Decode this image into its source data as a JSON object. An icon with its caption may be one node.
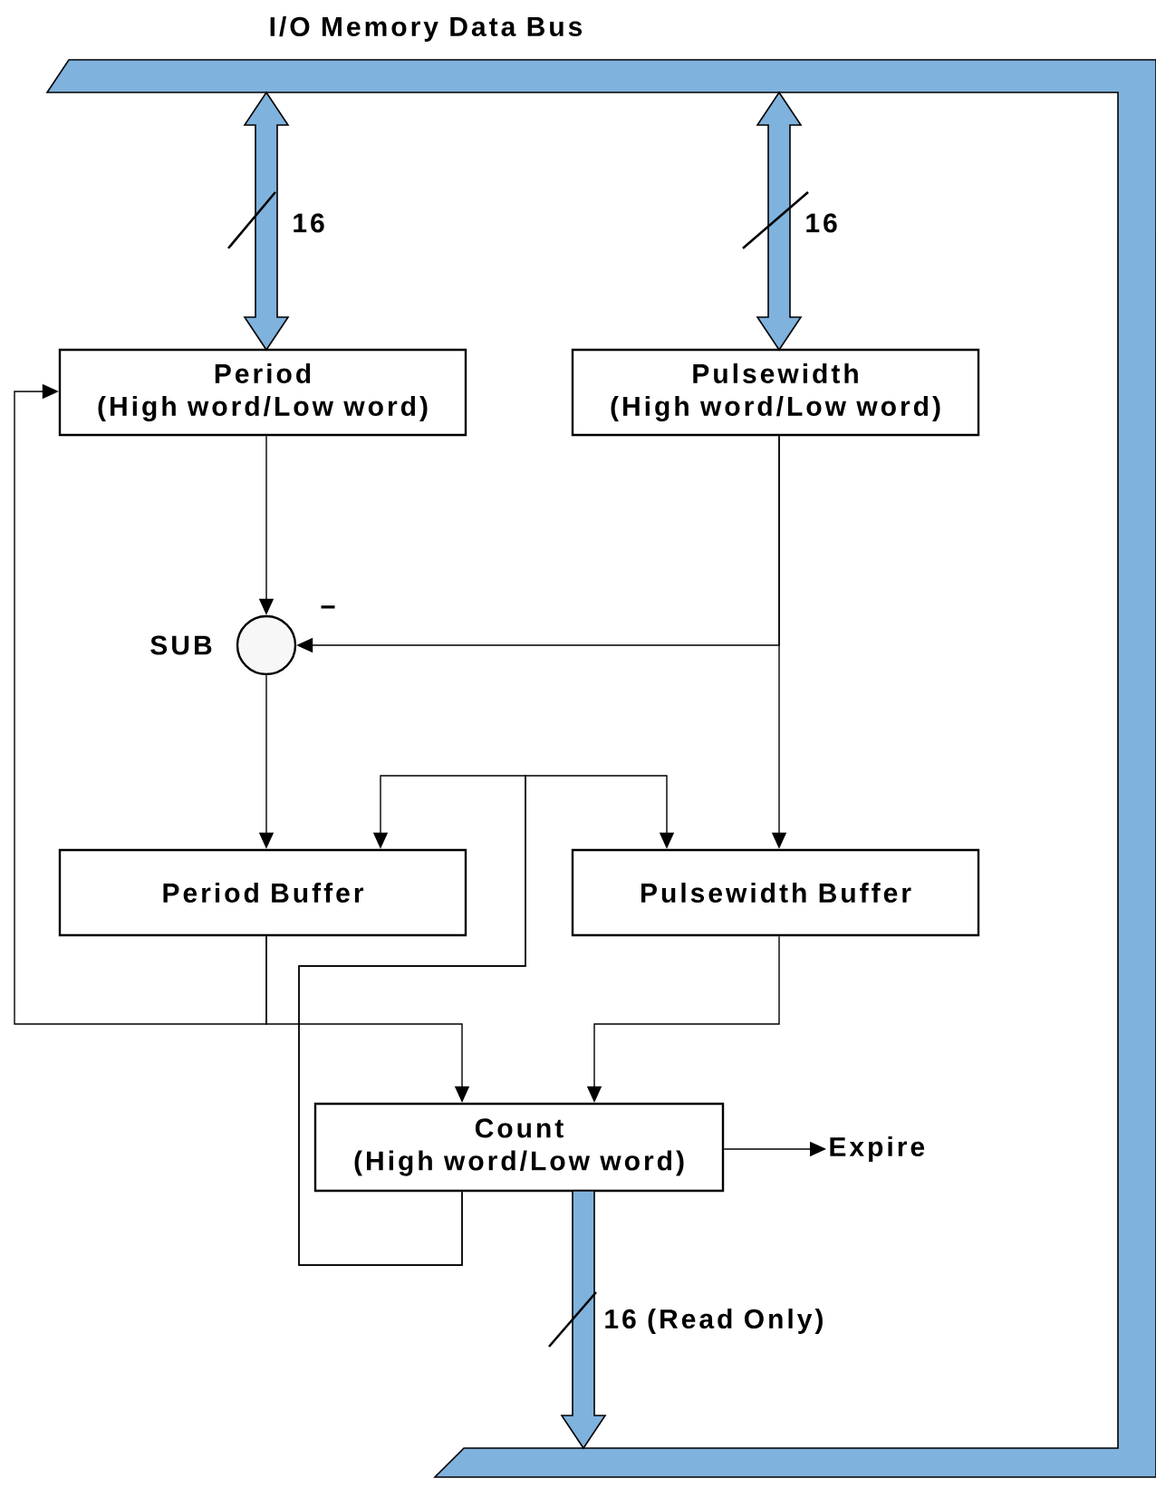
{
  "diagram": {
    "nodes": [
      {
        "text": [
          "I/O Memory Data Bus"
        ]
      },
      {
        "text": [
          "Period",
          "(High word/Low word)"
        ]
      },
      {
        "text": [
          "Pulsewidth",
          "(High word/Low word)"
        ]
      },
      {
        "text": [],
        "shape": "circle"
      },
      {
        "text": [
          "Period Buffer"
        ]
      },
      {
        "text": [
          "Pulsewidth Buffer"
        ]
      },
      {
        "text": [
          "Count",
          "(High word/Low word)"
        ]
      },
      {
        "text": [
          "Expire"
        ]
      }
    ],
    "edges": [
      {
        "from": 0,
        "to": 1,
        "arrow": "both",
        "style": "thick",
        "color": "#7fb2dd",
        "label": "16"
      },
      {
        "from": 0,
        "to": 2,
        "arrow": "both",
        "style": "thick",
        "color": "#7fb2dd",
        "label": "16"
      },
      {
        "from": 1,
        "to": 3,
        "arrow": "to"
      },
      {
        "from": 2,
        "to": 3,
        "arrow": "to"
      },
      {
        "from": 3,
        "to": 4,
        "arrow": "to"
      },
      {
        "from": 2,
        "to": 5,
        "arrow": "to"
      },
      {
        "from": 4,
        "to": 6,
        "arrow": "to"
      },
      {
        "from": 4,
        "to": 1,
        "arrow": "to"
      },
      {
        "from": 5,
        "to": 6,
        "arrow": "to"
      },
      {
        "from": 6,
        "to": 4,
        "arrow": "to"
      },
      {
        "from": 6,
        "to": 5,
        "arrow": "to"
      },
      {
        "from": 6,
        "to": 7,
        "arrow": "to"
      },
      {
        "from": 6,
        "to": 0,
        "arrow": "to",
        "style": "thick",
        "color": "#7fb2dd",
        "label": "16 (Read Only)"
      }
    ],
    "labels": [
      "SUB",
      "−"
    ]
  }
}
